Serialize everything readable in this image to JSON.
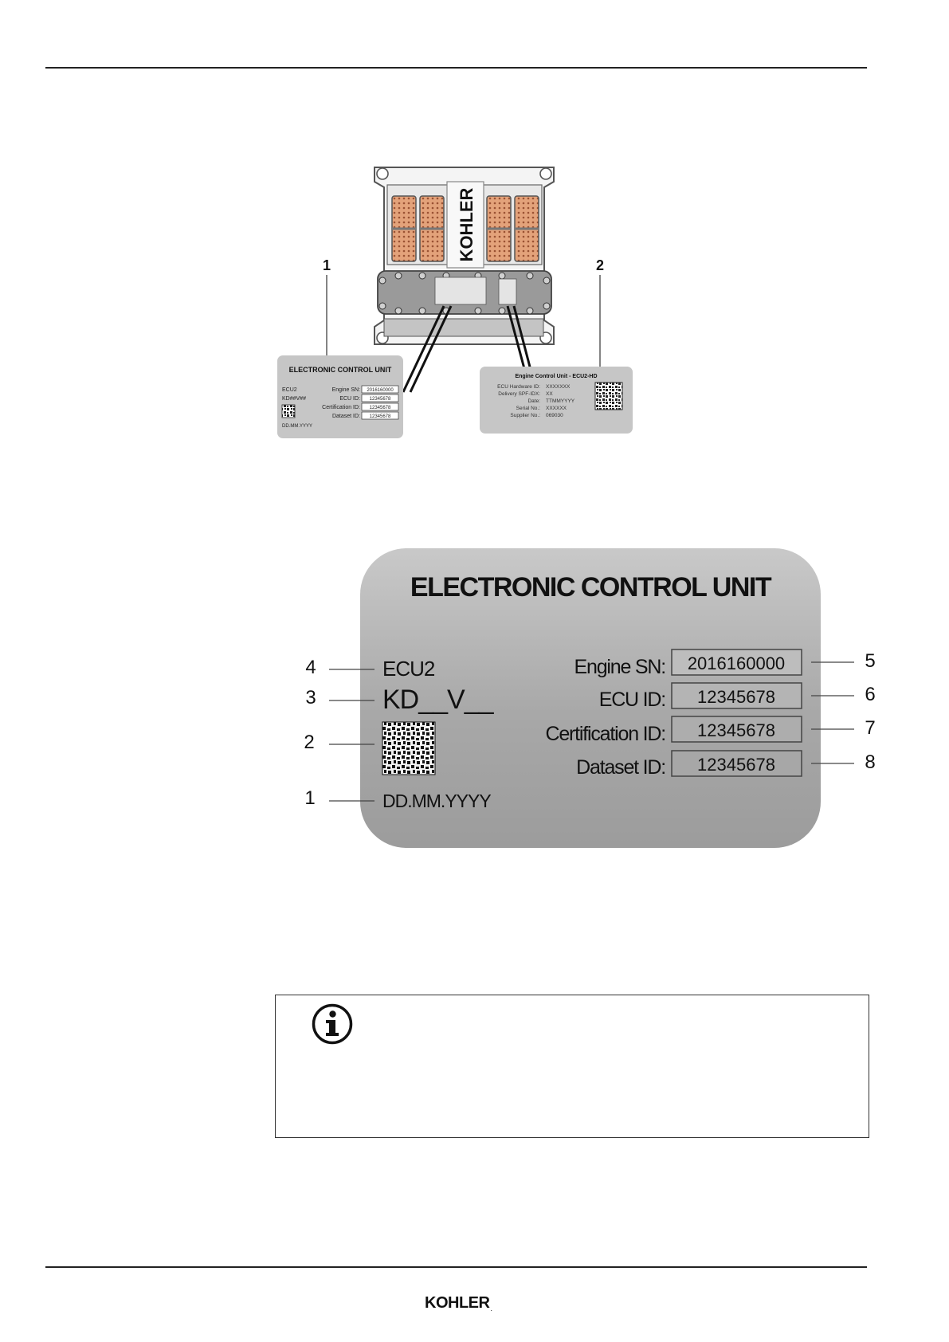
{
  "figure1": {
    "callouts": [
      "1",
      "2"
    ],
    "ecu_brand": "KOHLER",
    "label1": {
      "title": "ELECTRONIC CONTROL UNIT",
      "left_lines": [
        "ECU2",
        "KD##V##"
      ],
      "date": "DD.MM.YYYY",
      "fields": [
        {
          "label": "Engine SN:",
          "value": "2016160000"
        },
        {
          "label": "ECU ID:",
          "value": "12345678"
        },
        {
          "label": "Certification ID:",
          "value": "12345678"
        },
        {
          "label": "Dataset ID:",
          "value": "12345678"
        }
      ]
    },
    "label2": {
      "title": "Engine Control Unit - ECU2-HD",
      "rows": [
        {
          "label": "ECU Hardware ID:",
          "value": "XXXXXXX"
        },
        {
          "label": "Delivery SPF-IDX:",
          "value": "XX"
        },
        {
          "label": "Date:",
          "value": "TTMMYYYY"
        },
        {
          "label": "Serial No.:",
          "value": "XXXXXX"
        },
        {
          "label": "Supplier No.:",
          "value": "069030"
        }
      ]
    }
  },
  "figure2": {
    "title": "ELECTRONIC CONTROL UNIT",
    "ecu": "ECU2",
    "kd": "KD__V__",
    "date": "DD.MM.YYYY",
    "left_callouts": [
      "4",
      "3",
      "2",
      "1"
    ],
    "right_callouts": [
      "5",
      "6",
      "7",
      "8"
    ],
    "fields": [
      {
        "label": "Engine SN:",
        "value": "2016160000"
      },
      {
        "label": "ECU ID:",
        "value": "12345678"
      },
      {
        "label": "Certification ID:",
        "value": "12345678"
      },
      {
        "label": "Dataset ID:",
        "value": "12345678"
      }
    ]
  },
  "info_box": {
    "icon": "info-icon"
  },
  "footer": {
    "logo": "KOHLER",
    "logo_mark": "."
  },
  "colors": {
    "connector": "#d9946a",
    "label_gray": "#b9b9b9",
    "plate_gray": "#a9a9a9"
  }
}
